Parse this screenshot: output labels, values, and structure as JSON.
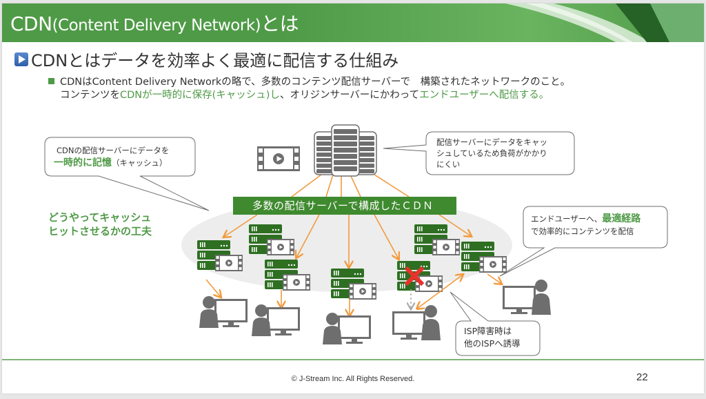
{
  "slide": {
    "title_main": "CDN",
    "title_paren": "(Content Delivery Network)",
    "title_suffix": "とは",
    "subtitle": "CDNとはデータを効率よく最適に配信する仕組み",
    "bullet": {
      "line1": "CDNはContent Delivery Networkの略で、多数のコンテンツ配信サーバーで　構築されたネットワークのこと。",
      "line2_a": "コンテンツを",
      "line2_b": "CDNが一時的に保存(キャッシュ)し",
      "line2_c": "、オリジンサーバーにかわって",
      "line2_d": "エンドユーザーへ配信する。"
    },
    "callouts": {
      "cache": {
        "line1": "CDNの配信サーバーにデータを",
        "bold": "一時的に記憶",
        "rest": "（キャッシュ）"
      },
      "origin": {
        "line1": "配信サーバーにデータをキャッ",
        "line2": "シュしているため負荷がかかり",
        "line3": "にくい"
      },
      "route": {
        "line1_a": "エンドユーザーへ、",
        "bold": "最適経路",
        "line2": "で効率的にコンテンツを配信"
      },
      "isp": {
        "line1": "ISP障害時は",
        "line2": "他のISPへ誘導"
      }
    },
    "side_note": {
      "line1": "どうやってキャッシュ",
      "line2": "ヒットさせるかの工夫"
    },
    "cdn_banner": "多数の配信サーバーで構成したＣＤＮ",
    "icons": {
      "origin_server": "server-rack-icon",
      "video": "video-film-icon",
      "edge_server": "edge-server-icon",
      "user": "user-computer-icon",
      "failure": "red-x-icon"
    },
    "colors": {
      "brand_green": "#4f9a47",
      "banner_green": "#3f8a2f",
      "server_green": "#2e6f22",
      "arrow_orange": "#f39a3c",
      "failure_red": "#e8322a",
      "icon_gray": "#6e6e6e"
    }
  },
  "footer": {
    "copyright": "© J-Stream Inc. All Rights Reserved.",
    "page_number": "22"
  }
}
